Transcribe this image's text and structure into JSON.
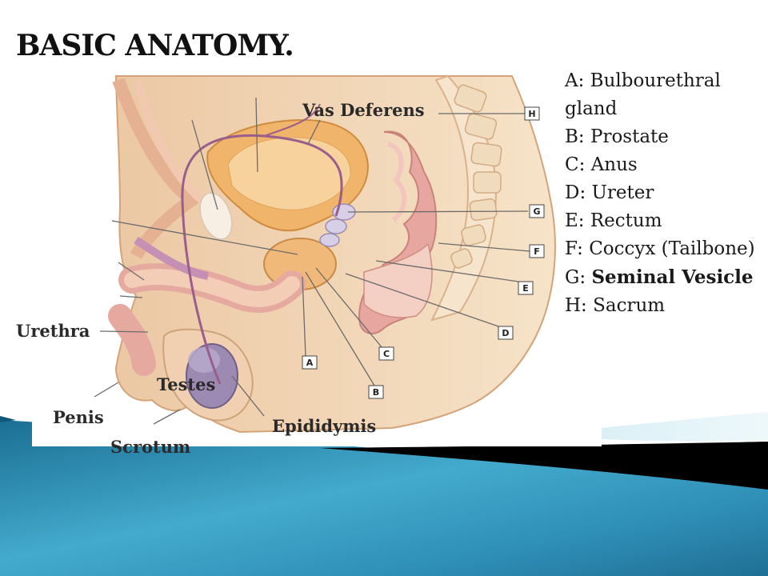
{
  "slide": {
    "title": "BASIC ANATOMY."
  },
  "labels": {
    "vas_deferens": "Vas Deferens",
    "urethra": "Urethra",
    "testes": "Testes",
    "penis": "Penis",
    "epididymis": "Epididymis",
    "scrotum": "Scrotum"
  },
  "markers": {
    "a": "A",
    "b": "B",
    "c": "C",
    "d": "D",
    "e": "E",
    "f": "F",
    "g": "G",
    "h": "H"
  },
  "legend": {
    "a_prefix": "A: ",
    "a_text": "Bulbourethral gland",
    "b_prefix": "B: ",
    "b_text": "Prostate",
    "c_prefix": "C: ",
    "c_text": "Anus",
    "d_prefix": "D: ",
    "d_text": "Ureter",
    "e_prefix": "E: ",
    "e_text": "Rectum",
    "f_prefix": "F: ",
    "f_text": "Coccyx (Tailbone)",
    "g_prefix": "G: ",
    "g_text": "Seminal Vesicle",
    "h_prefix": "H: ",
    "h_text": "Sacrum"
  },
  "colors": {
    "background": "#ffffff",
    "skin": "#f3d9b8",
    "tissue_pink": "#e6a9a0",
    "bladder_orange": "#efb66e",
    "teal_band": "#3b9cc0",
    "vessel": "#9a5e8c",
    "testis_purple": "#9c8ab2"
  }
}
